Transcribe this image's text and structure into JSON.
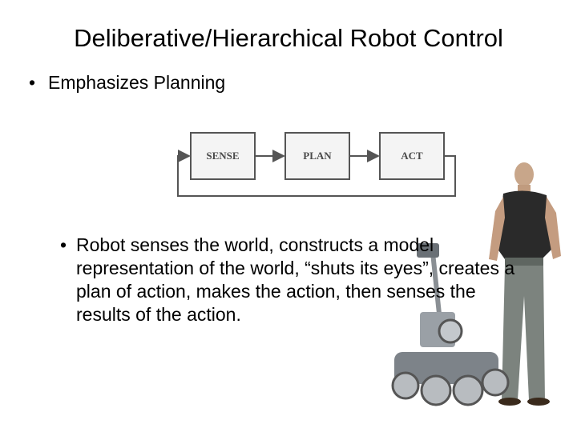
{
  "slide": {
    "title": "Deliberative/Hierarchical Robot Control",
    "bullets": [
      "Emphasizes Planning",
      "Robot senses the world, constructs a model representation of the world, “shuts its eyes”, creates a plan of action, makes the action, then senses the results of the action."
    ],
    "bullet_glyph": "•"
  },
  "diagram": {
    "boxes": [
      "SENSE",
      "PLAN",
      "ACT"
    ],
    "colors": {
      "box_stroke": "#555555",
      "box_fill": "#f4f4f4",
      "arrow": "#555555"
    }
  },
  "photo": {
    "subjects": [
      "person-icon",
      "tracked-robot-icon"
    ]
  }
}
